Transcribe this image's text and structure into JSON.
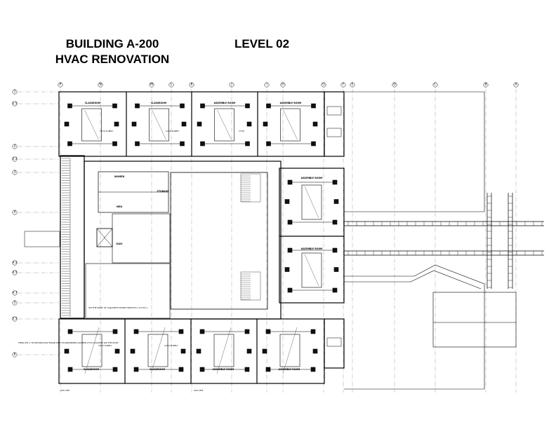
{
  "title": {
    "line1": "BUILDING A-200",
    "line2": "HVAC RENOVATION",
    "level": "LEVEL 02"
  },
  "grid_columns": [
    "P",
    "N",
    "M",
    "L",
    "K",
    "J",
    "I",
    "H",
    "G",
    "F",
    "E",
    "D",
    "C",
    "B",
    "A"
  ],
  "grid_rows": [
    "1",
    "1.5",
    "2",
    "2.2",
    "3",
    "4",
    "4.2",
    "4.5",
    "4.7",
    "5",
    "5.5",
    "6"
  ],
  "rooms": {
    "classroom_nw1": "CLASSROOM",
    "classroom_nw2": "CLASSROOM",
    "assembly_n1": "ASSEMBLY ROOM",
    "assembly_n2": "ASSEMBLY ROOM",
    "assembly_e1": "ASSEMBLY ROOM",
    "assembly_e2": "ASSEMBLY ROOM",
    "classroom_sw": "CLASSROOM",
    "classroom_s2": "CLASSROOM",
    "assembly_s1": "ASSEMBLY ROOM",
    "assembly_s2": "ASSEMBLY ROOM",
    "womens": "WOMEN",
    "mens": "MEN",
    "storage": "STORAGE",
    "elev": "ELEV"
  },
  "notes": {
    "supply_a": "1270 SUPPLY",
    "supply_b": "1250 SUPPLY",
    "supply_c": "1270 SUPPLY",
    "supply_d": "1250 SUPPLY",
    "typ": "(TYP.)",
    "roof_note": "ON THE ROOF OF ADJACENT DOWN FROM EU-1 TO EU-1",
    "exhaust_note": "FROM DH-1 TO RETURN DUCTMAIN WITH ECONOMIZER DAMPER (TYP.) LOCATED ON THE ROOF",
    "cfm_a": "250 CFM",
    "cfm_b": "200 CFM"
  }
}
